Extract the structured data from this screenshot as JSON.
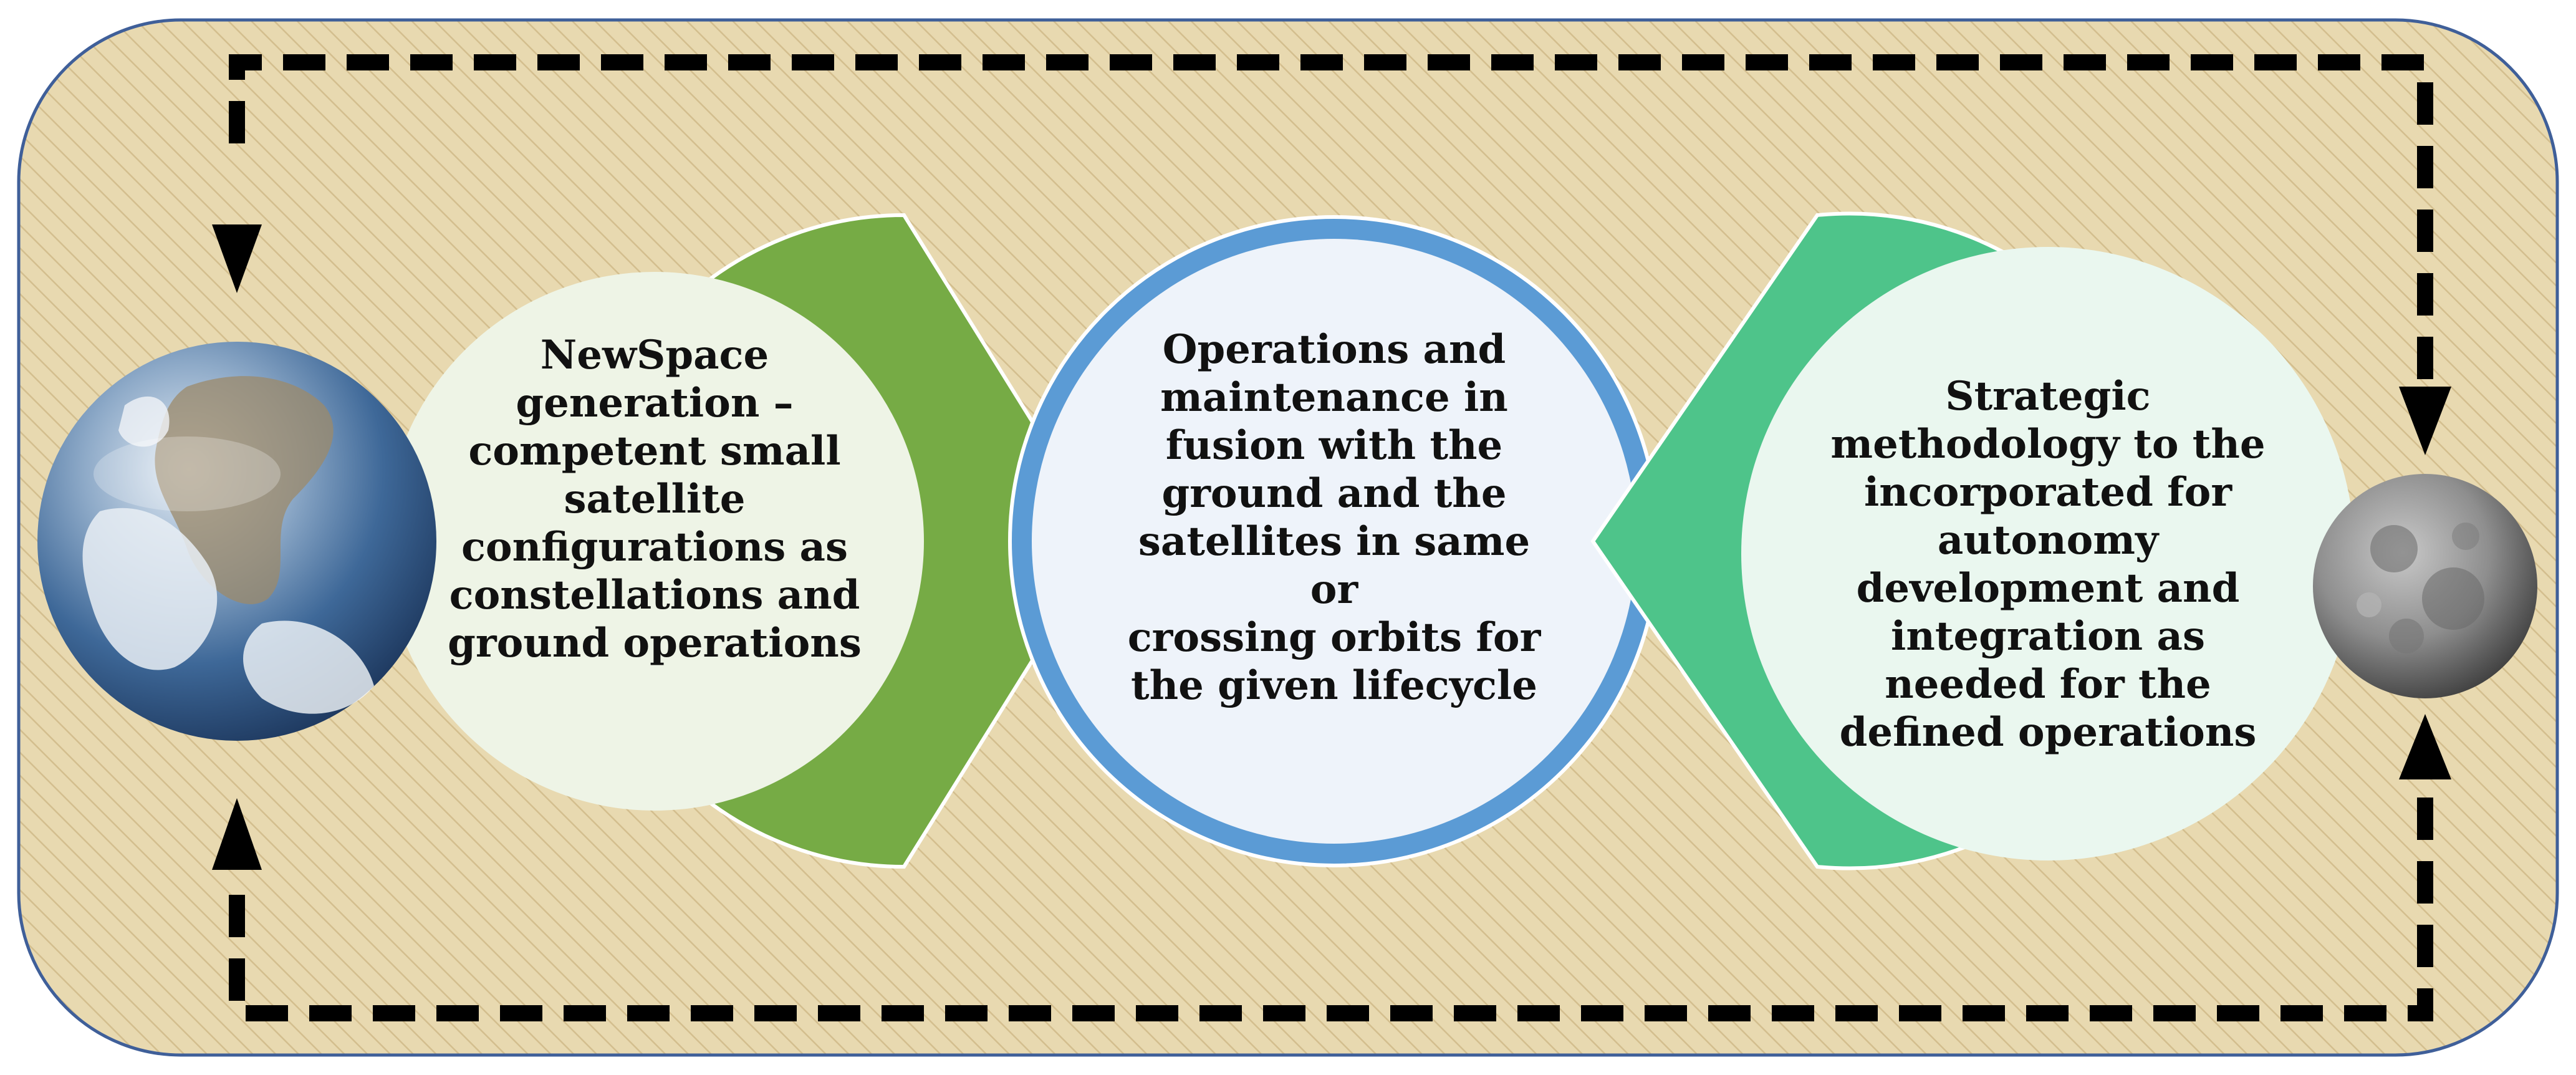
{
  "diagram": {
    "nodes": [
      {
        "id": "newspace",
        "text": "NewSpace\ngeneration –\ncompetent small\nsatellite\nconfigurations as\nconstellations and\nground operations",
        "ring_color": "#76AB45",
        "fill_color": "#EEF4E6"
      },
      {
        "id": "operations",
        "text": "Operations and\nmaintenance in\nfusion with the\nground and the\nsatellites in same or\ncrossing orbits for\nthe given lifecycle",
        "ring_color": "#5B9BD5",
        "fill_color": "#EEF3FA"
      },
      {
        "id": "strategic",
        "text": "Strategic\nmethodology to the\nincorporated for\nautonomy\ndevelopment and\nintegration as\nneeded for the\ndefined operations",
        "ring_color": "#4EC48A",
        "fill_color": "#EAF7EF"
      }
    ],
    "icons": {
      "left": "earth-globe-icon",
      "right": "moon-icon"
    },
    "colors": {
      "background": "#E8D9B0",
      "border": "#3F5F99",
      "dashed_loop": "#000000"
    }
  }
}
